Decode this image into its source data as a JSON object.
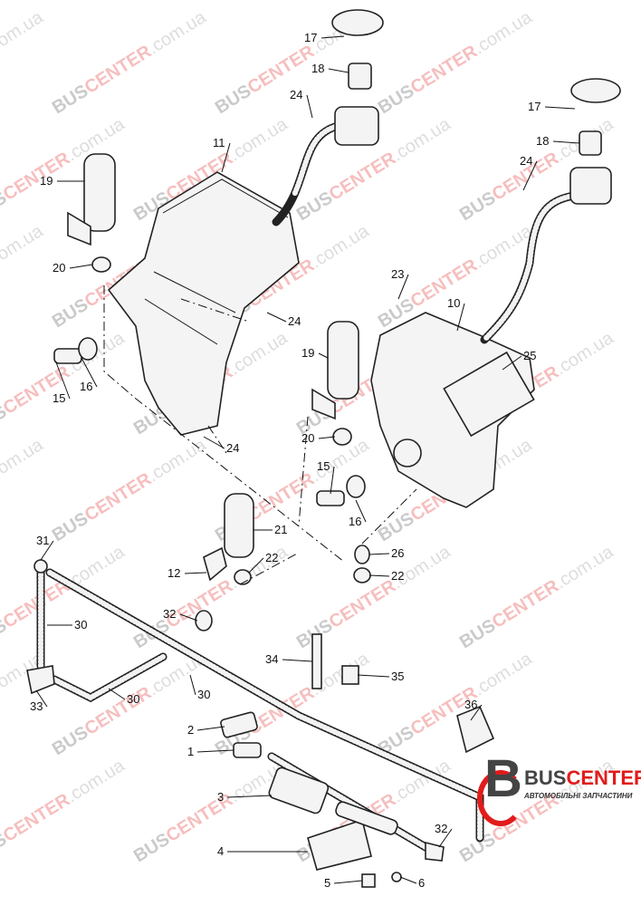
{
  "diagram": {
    "callouts": [
      "17",
      "18",
      "24",
      "11",
      "19",
      "20",
      "24",
      "15",
      "16",
      "24",
      "17",
      "18",
      "24",
      "23",
      "10",
      "25",
      "19",
      "20",
      "15",
      "16",
      "21",
      "22",
      "26",
      "22",
      "12",
      "32",
      "31",
      "30",
      "30",
      "30",
      "33",
      "34",
      "35",
      "36",
      "2",
      "1",
      "3",
      "4",
      "5",
      "6",
      "32"
    ]
  },
  "watermark": {
    "part1": "BUS",
    "part2": "CENTER",
    "part3": ".com.ua"
  },
  "logo": {
    "letter": "B",
    "name_part1": "BUS",
    "name_part2": "CENTER",
    "tagline": "АВТОМОБІЛЬНІ ЗАПЧАСТИНИ"
  },
  "colors": {
    "brand_red": "#e21b1b",
    "brand_gray": "#444444"
  }
}
